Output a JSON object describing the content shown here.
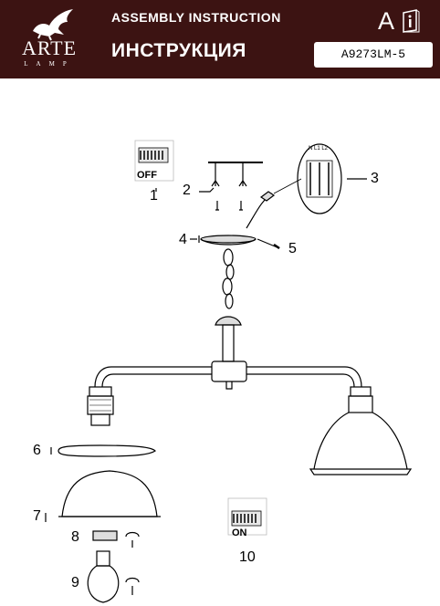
{
  "header": {
    "brand": "ARTE",
    "brand_sub": "LAMP",
    "title_en": "ASSEMBLY INSTRUCTION",
    "title_ru": "ИНСТРУКЦИЯ",
    "lang": "A",
    "model": "A9273LM-5"
  },
  "diagram": {
    "switch_off": "OFF",
    "switch_on": "ON",
    "terminals": "N  L1 L2",
    "callouts": [
      "1",
      "2",
      "3",
      "4",
      "5",
      "6",
      "7",
      "8",
      "9",
      "10"
    ]
  },
  "colors": {
    "header_bg": "#3c1312",
    "text_on_header": "#ffffff",
    "line": "#000000"
  }
}
